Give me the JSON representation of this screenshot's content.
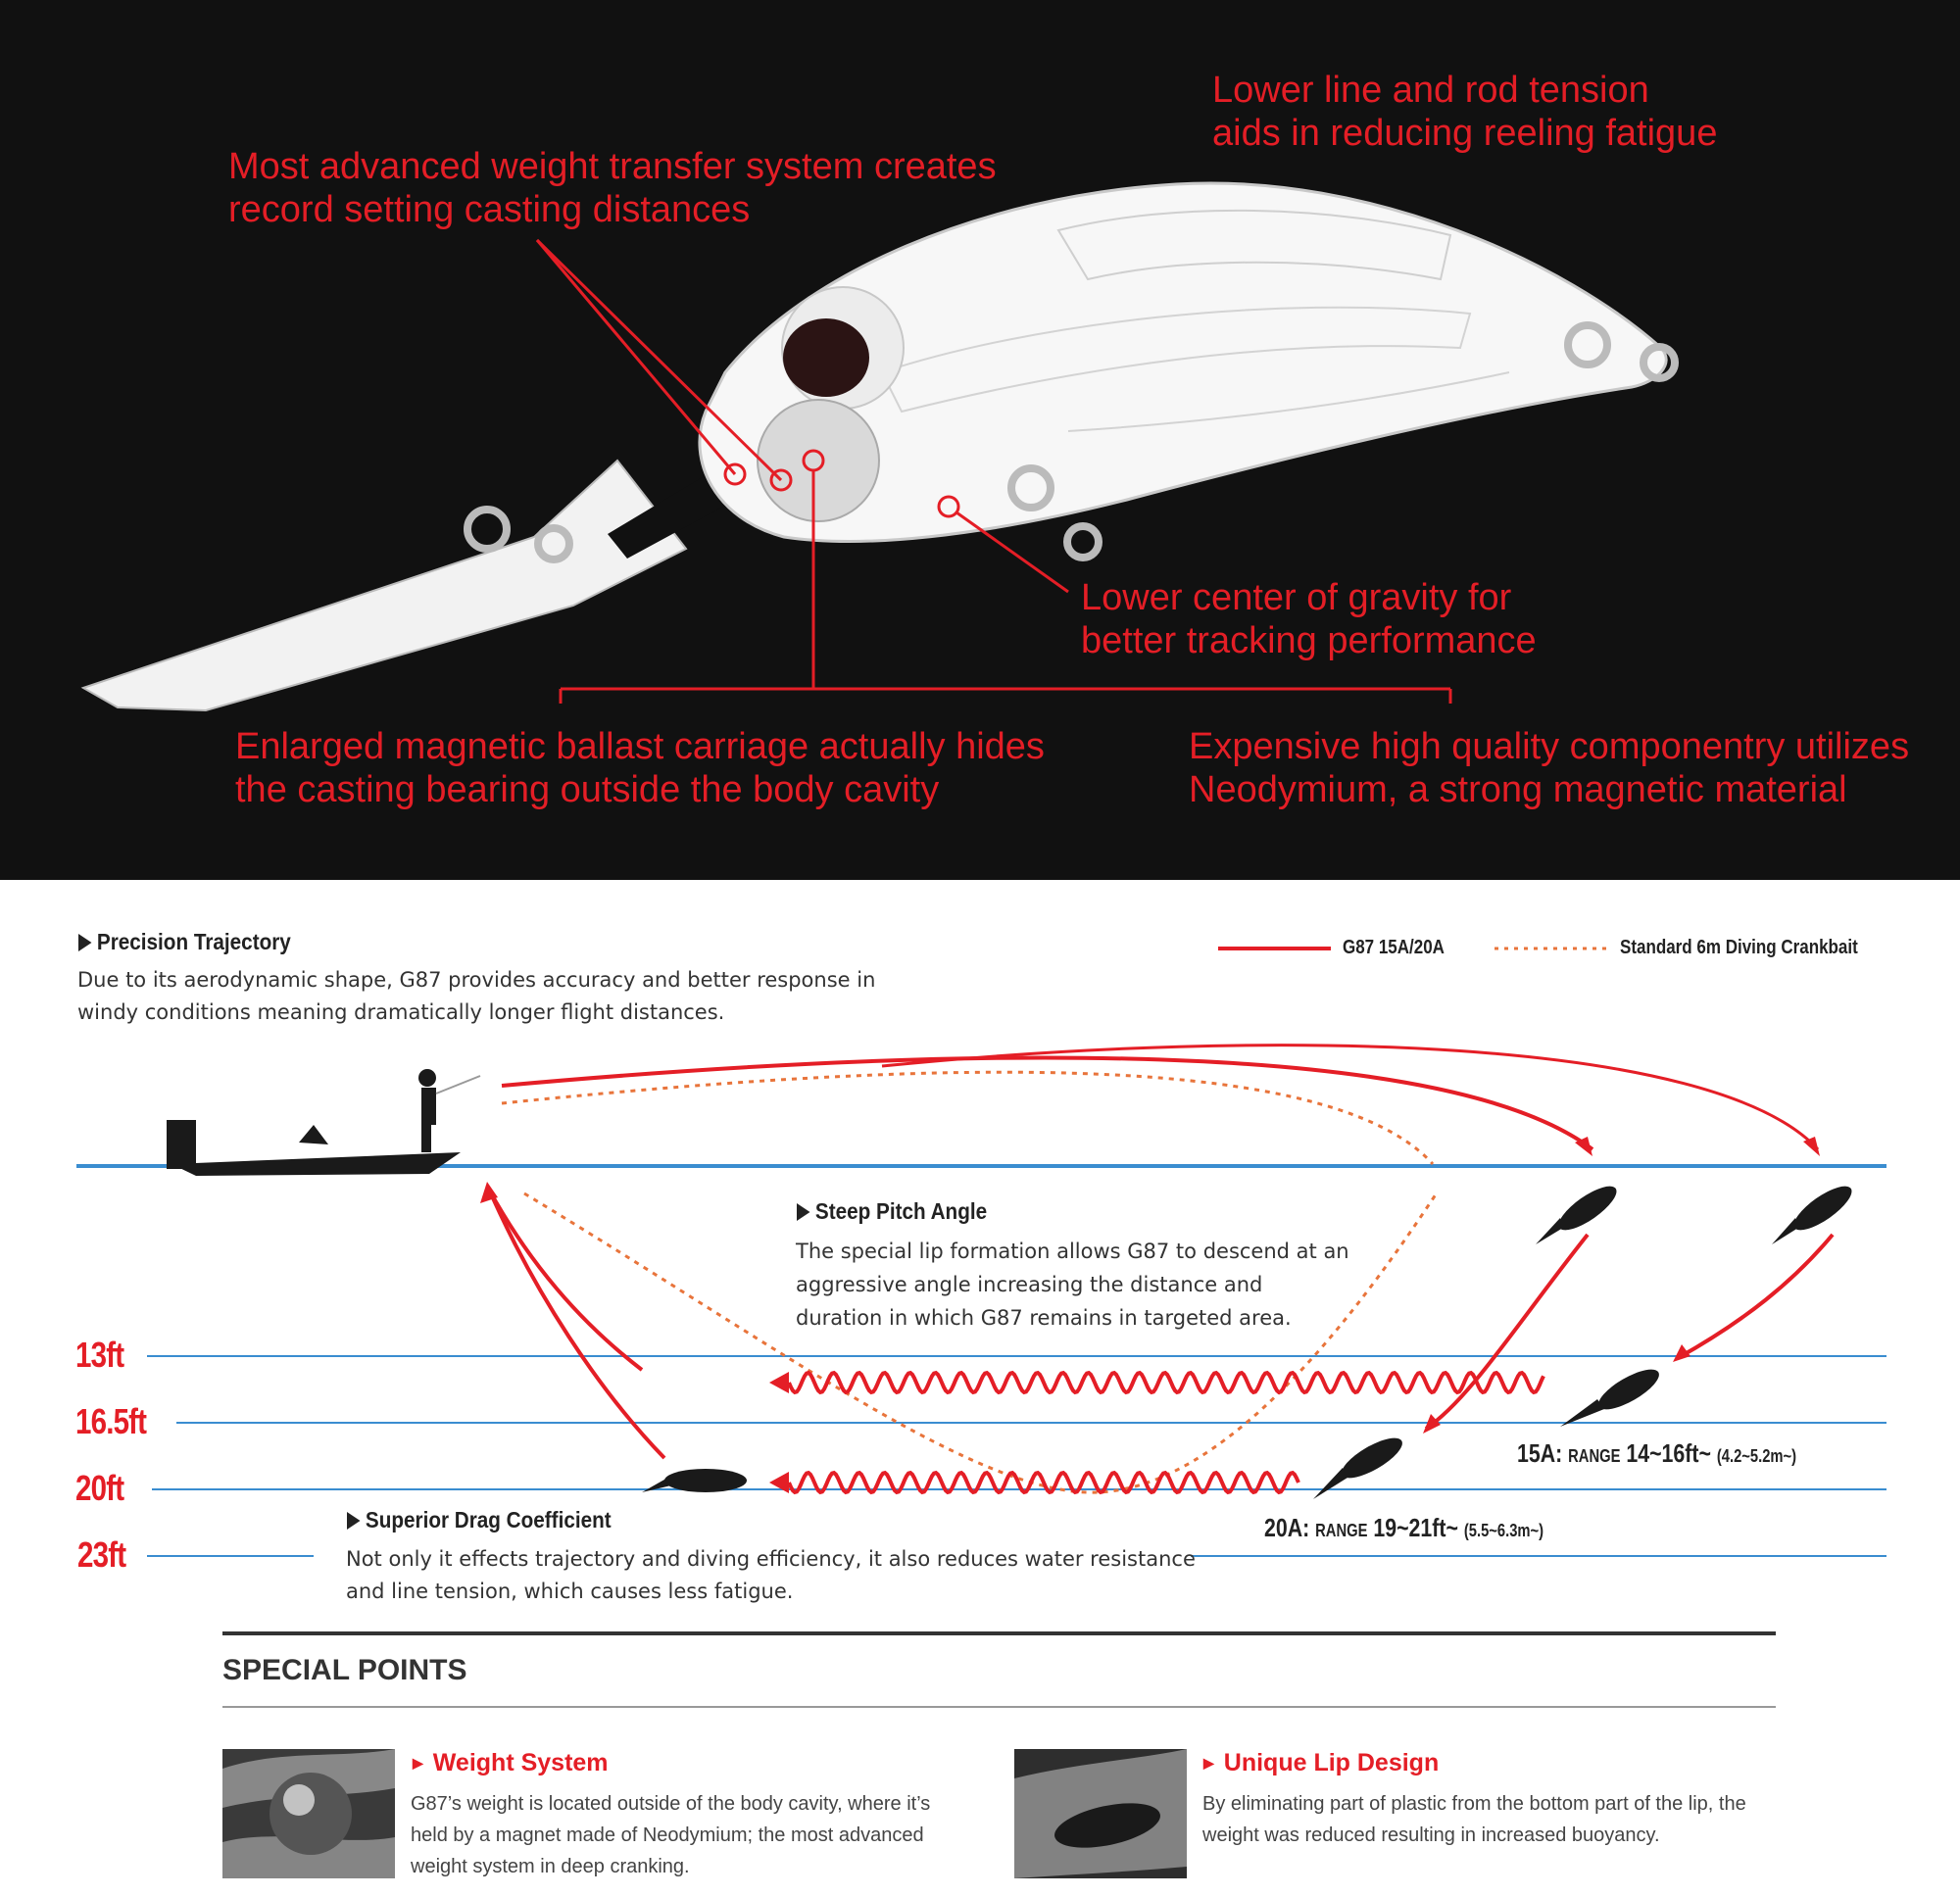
{
  "colors": {
    "accent_red": "#e41e26",
    "water_blue": "#3a8dd0",
    "standard_orange": "#e8743b",
    "dark_bg": "#111111"
  },
  "features_diagram": {
    "callouts": [
      "Lower line and rod tension\naids in reducing reeling fatigue",
      "Most advanced weight transfer system creates\nrecord setting casting distances",
      "Lower center of gravity for\nbetter tracking performance",
      "Enlarged magnetic ballast carriage actually hides\nthe casting bearing outside the body cavity",
      "Expensive high quality componentry utilizes\nNeodymium, a strong magnetic material"
    ]
  },
  "trajectory": {
    "precision": {
      "title": "Precision Trajectory",
      "text": "Due to its aerodynamic shape, G87 provides accuracy and better response in\nwindy conditions meaning dramatically longer flight distances."
    },
    "legend": {
      "g87": "G87 15A/20A",
      "standard": "Standard 6m Diving Crankbait"
    },
    "steep_pitch": {
      "title": "Steep Pitch Angle",
      "text": "The special lip formation allows G87 to descend at an\naggressive angle increasing the distance and\nduration in which G87 remains in targeted area."
    },
    "drag": {
      "title": "Superior Drag Coefficient",
      "text": "Not only it effects trajectory and diving efficiency, it also reduces water resistance\nand line tension, which causes less fatigue."
    },
    "depths": [
      "13ft",
      "16.5ft",
      "20ft",
      "23ft"
    ],
    "ranges": {
      "r15": {
        "model": "15A:",
        "word": "RANGE",
        "ft": "14~16ft~",
        "m": "(4.2~5.2m~)"
      },
      "r20": {
        "model": "20A:",
        "word": "RANGE",
        "ft": "19~21ft~",
        "m": "(5.5~6.3m~)"
      }
    }
  },
  "special_points": {
    "title": "SPECIAL POINTS",
    "items": [
      {
        "title": "Weight System",
        "desc": "G87’s weight is located outside of the body cavity, where it’s held by a magnet made of Neodymium; the most advanced weight system in deep cranking."
      },
      {
        "title": "Unique Lip Design",
        "desc": "By eliminating part of plastic from the bottom part of the lip, the weight was reduced resulting in increased buoyancy."
      }
    ]
  }
}
